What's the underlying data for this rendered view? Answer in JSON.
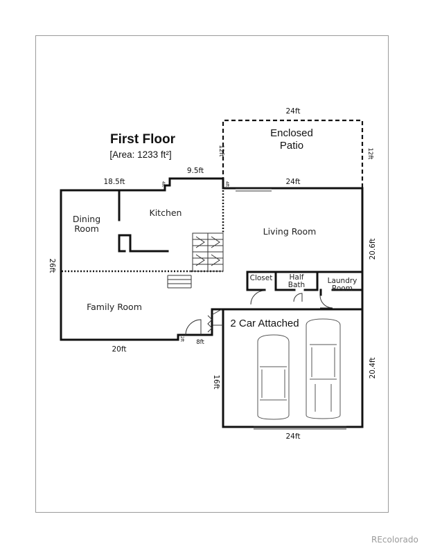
{
  "plan": {
    "title": "First Floor",
    "area": "[Area: 1233 ft²]"
  },
  "rooms": {
    "enclosed_patio_line1": "Enclosed",
    "enclosed_patio_line2": "Patio",
    "kitchen": "Kitchen",
    "dining_line1": "Dining",
    "dining_line2": "Room",
    "living_room": "Living Room",
    "family_room": "Family Room",
    "closet": "Closet",
    "half_bath_line1": "Half",
    "half_bath_line2": "Bath",
    "laundry_line1": "Laundry",
    "laundry_line2": "Room",
    "garage": "2 Car Attached"
  },
  "dimensions": {
    "patio_top": "24ft",
    "patio_left": "12ft",
    "patio_right": "12ft",
    "kitchen_top": "9.5ft",
    "dining_top": "18.5ft",
    "living_top": "24ft",
    "left_side": "26ft",
    "living_right": "20.6ft",
    "family_bottom": "20ft",
    "small_bottom": "8ft",
    "garage_left": "16ft",
    "garage_right": "20.4ft",
    "garage_bottom": "24ft",
    "tiny_a": "4ft",
    "tiny_b": "4ft",
    "tiny_c": "2ft"
  },
  "watermark": "REcolorado"
}
